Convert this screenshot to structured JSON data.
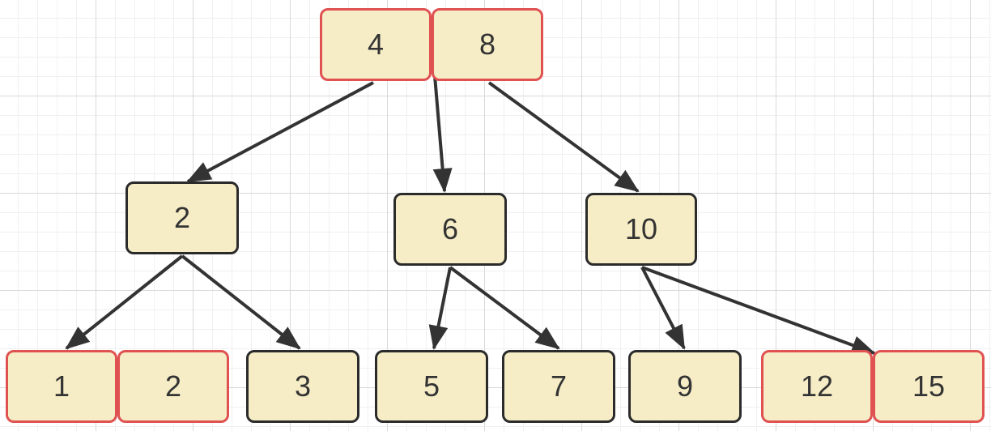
{
  "colors": {
    "node_fill": "#f6edc6",
    "node_border": "#2b2b2b",
    "highlight_border": "#e05252",
    "edge": "#333333",
    "text": "#333333"
  },
  "nodes": [
    {
      "id": "root-left",
      "label": "4",
      "highlight": true
    },
    {
      "id": "root-right",
      "label": "8",
      "highlight": true
    },
    {
      "id": "n2",
      "label": "2",
      "highlight": false
    },
    {
      "id": "n6",
      "label": "6",
      "highlight": false
    },
    {
      "id": "n10",
      "label": "10",
      "highlight": false
    },
    {
      "id": "leaf-1",
      "label": "1",
      "highlight": true
    },
    {
      "id": "leaf-2",
      "label": "2",
      "highlight": true
    },
    {
      "id": "leaf-3",
      "label": "3",
      "highlight": false
    },
    {
      "id": "leaf-5",
      "label": "5",
      "highlight": false
    },
    {
      "id": "leaf-7",
      "label": "7",
      "highlight": false
    },
    {
      "id": "leaf-9",
      "label": "9",
      "highlight": false
    },
    {
      "id": "leaf-12",
      "label": "12",
      "highlight": true
    },
    {
      "id": "leaf-15",
      "label": "15",
      "highlight": true
    }
  ],
  "edges": [
    {
      "from": "root-left",
      "to": "n2"
    },
    {
      "from": "root-left",
      "to": "n6"
    },
    {
      "from": "root-right",
      "to": "n10"
    },
    {
      "from": "n2",
      "to": "leaf-1"
    },
    {
      "from": "n2",
      "to": "leaf-3"
    },
    {
      "from": "n6",
      "to": "leaf-5"
    },
    {
      "from": "n6",
      "to": "leaf-7"
    },
    {
      "from": "n10",
      "to": "leaf-9"
    },
    {
      "from": "n10",
      "to": "leaf-12"
    }
  ]
}
